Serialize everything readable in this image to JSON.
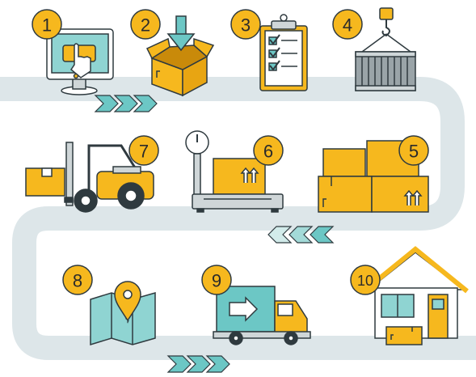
{
  "steps": [
    {
      "number": "1",
      "icon": "online-order-icon"
    },
    {
      "number": "2",
      "icon": "packing-box-icon"
    },
    {
      "number": "3",
      "icon": "checklist-clipboard-icon"
    },
    {
      "number": "4",
      "icon": "shipping-container-crane-icon"
    },
    {
      "number": "5",
      "icon": "stacked-boxes-icon"
    },
    {
      "number": "6",
      "icon": "weighing-scale-icon"
    },
    {
      "number": "7",
      "icon": "forklift-icon"
    },
    {
      "number": "8",
      "icon": "map-location-icon"
    },
    {
      "number": "9",
      "icon": "delivery-truck-icon"
    },
    {
      "number": "10",
      "icon": "house-delivery-icon"
    }
  ],
  "colors": {
    "road": "#dde6e9",
    "badge": "#f6b81e",
    "outline": "#2f3a3f",
    "box": "#f6b81e",
    "teal": "#6cc7c5",
    "grey": "#9aa4a8"
  }
}
